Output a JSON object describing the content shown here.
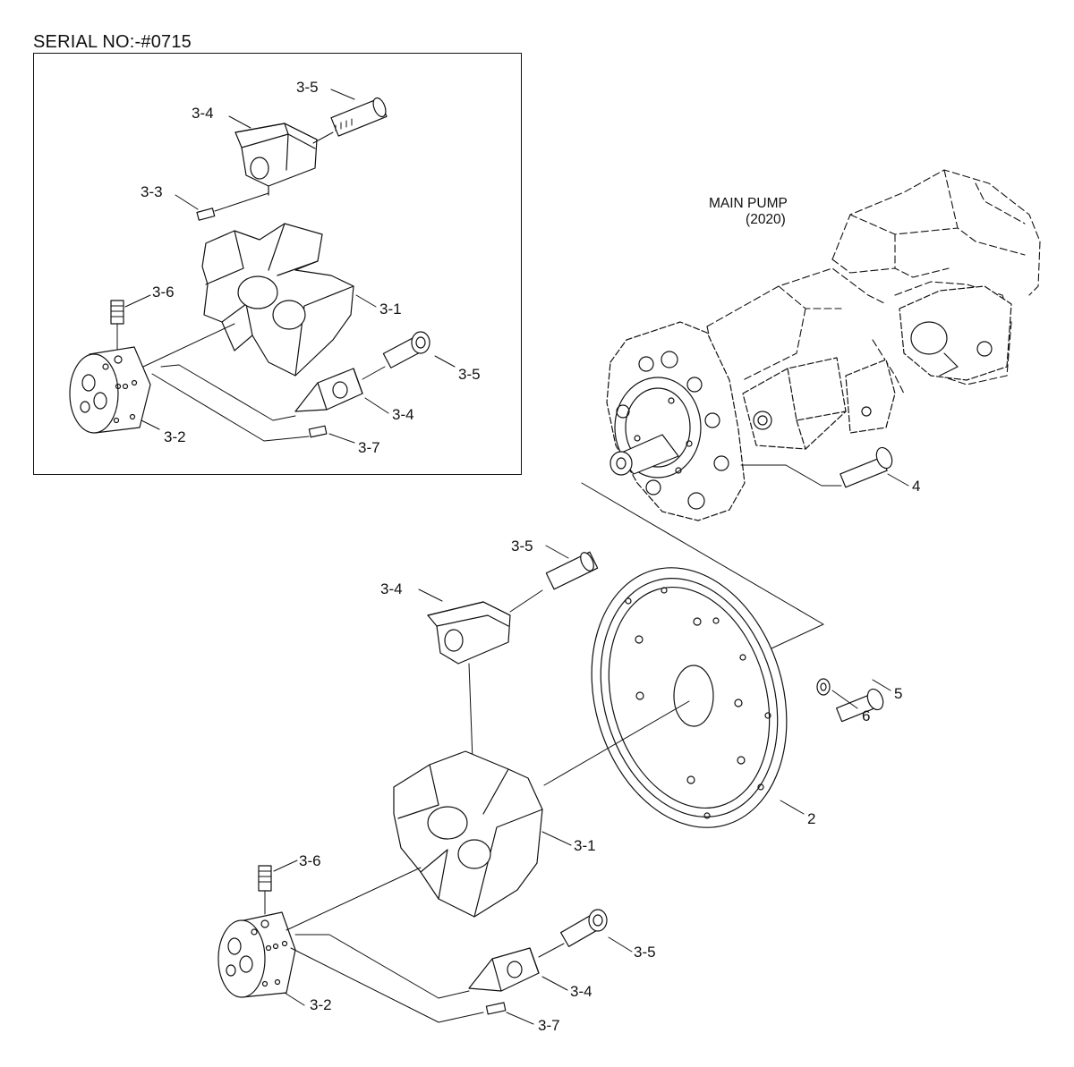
{
  "serial_label": "SERIAL NO:-#0715",
  "main_pump_title": "MAIN PUMP",
  "main_pump_code": "(2020)",
  "inset_labels": {
    "3_5_top": "3-5",
    "3_4_top": "3-4",
    "3_3": "3-3",
    "3_6": "3-6",
    "3_1": "3-1",
    "3_5_mid": "3-5",
    "3_4_mid": "3-4",
    "3_2": "3-2",
    "3_7": "3-7"
  },
  "main_labels": {
    "4": "4",
    "3_5_top": "3-5",
    "3_4_top": "3-4",
    "5": "5",
    "6": "6",
    "2": "2",
    "3_1": "3-1",
    "3_6": "3-6",
    "3_5_low": "3-5",
    "3_4_low": "3-4",
    "3_2": "3-2",
    "3_7": "3-7"
  }
}
